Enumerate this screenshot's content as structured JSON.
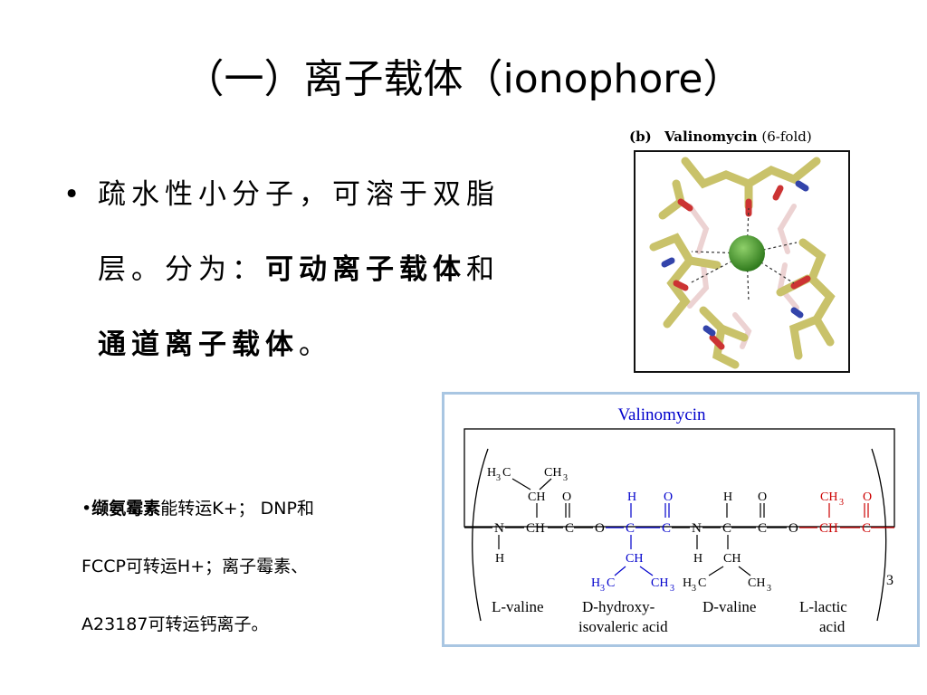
{
  "title": "（一）离子载体（ionophore）",
  "bullet": {
    "symbol": "•",
    "line1": "疏水性小分子，可溶于双脂",
    "line2_normal": "层。分为：",
    "line2_bold": "可动离子载体",
    "line2_tail": "和",
    "line3_bold": "通道离子载体",
    "line3_tail": "。"
  },
  "note": {
    "bullet": "•",
    "line1_bold": "缬氨霉素",
    "line1_normal": "能转运K+； DNP和",
    "line2": "FCCP可转运H+；离子霉素、",
    "line3": "A23187可转运钙离子。"
  },
  "figure_b": {
    "label": "(b)",
    "title": "Valinomycin",
    "fold": "(6-fold)"
  },
  "structure": {
    "title": "Valinomycin",
    "subscript_n": "3",
    "units": [
      {
        "label": "L-valine",
        "color": "#000000"
      },
      {
        "label": "D-hydroxy-",
        "label2": "isovaleric acid",
        "color": "#0000cc"
      },
      {
        "label": "D-valine",
        "color": "#000000"
      },
      {
        "label": "L-lactic",
        "label2": "acid",
        "color": "#cc0000"
      }
    ],
    "colors": {
      "blue": "#0000cc",
      "red": "#cc0000",
      "border": "#a9c6e2"
    }
  }
}
